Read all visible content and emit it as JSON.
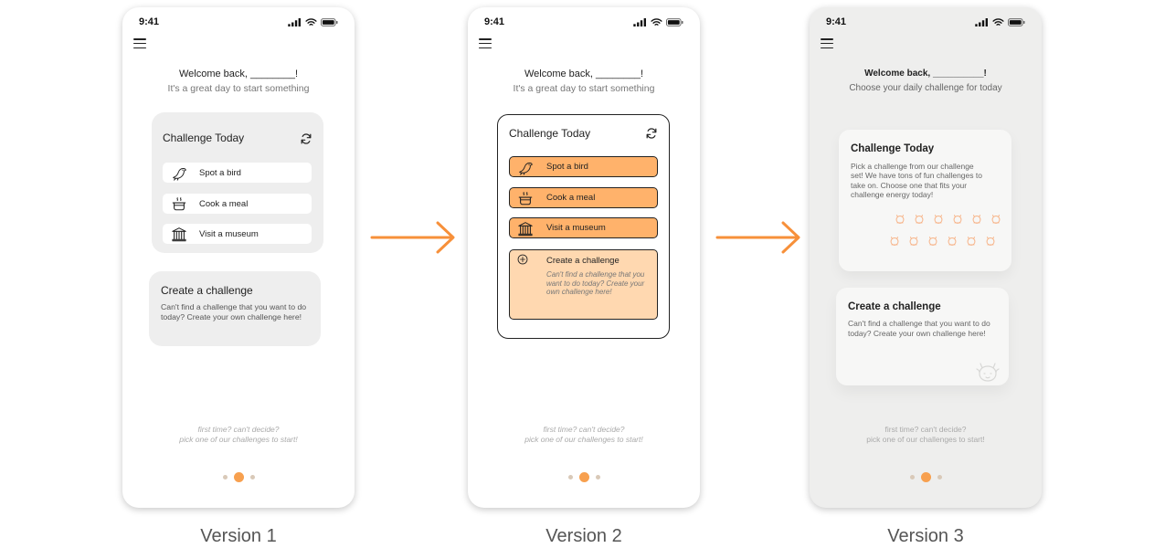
{
  "status": {
    "time": "9:41"
  },
  "colors": {
    "accent": "#ffb26b",
    "accent_light": "#ffd8b0",
    "arrow": "#f7903a",
    "dot_active": "#f7a04f"
  },
  "arrows": [
    {
      "icon": "right-arrow-icon"
    },
    {
      "icon": "right-arrow-icon"
    }
  ],
  "versions": [
    {
      "label": "Version 1",
      "welcome": "Welcome back, ________!",
      "subtitle": "It's a great day to start something",
      "card_title": "Challenge Today",
      "items": [
        {
          "label": "Spot a bird",
          "icon": "bird-icon"
        },
        {
          "label": "Cook a meal",
          "icon": "cooking-pot-icon"
        },
        {
          "label": "Visit a museum",
          "icon": "museum-icon"
        }
      ],
      "create_title": "Create a challenge",
      "create_desc": "Can't find a challenge that you want to do today? Create your own challenge here!",
      "hint_1": "first time? can't decide?",
      "hint_2": "pick one of our challenges to start!",
      "pagination": {
        "pages": 3,
        "active": 2
      }
    },
    {
      "label": "Version 2",
      "welcome": "Welcome back, ________!",
      "subtitle": "It's a great day to start something",
      "card_title": "Challenge Today",
      "items": [
        {
          "label": "Spot a bird",
          "icon": "bird-icon"
        },
        {
          "label": "Cook a meal",
          "icon": "cooking-pot-icon"
        },
        {
          "label": "Visit a museum",
          "icon": "museum-icon"
        }
      ],
      "create_title": "Create a challenge",
      "create_desc": "Can't find a challenge that you want to do today? Create your own challenge here!",
      "hint_1": "first time? can't decide?",
      "hint_2": "pick one of our challenges to start!",
      "pagination": {
        "pages": 3,
        "active": 2
      }
    },
    {
      "label": "Version 3",
      "welcome": "Welcome back, __________!",
      "subtitle": "Choose your daily challenge for today",
      "card_title": "Challenge Today",
      "card_desc": "Pick a challenge from our challenge set! We have tons of fun challenges to take on. Choose one that fits your challenge energy today!",
      "create_title": "Create a challenge",
      "create_desc": "Can't find a challenge that you want to do today? Create your own challenge here!",
      "hint_1": "first time? can't decide?",
      "hint_2": "pick one of our challenges to start!",
      "pagination": {
        "pages": 3,
        "active": 2
      }
    }
  ]
}
